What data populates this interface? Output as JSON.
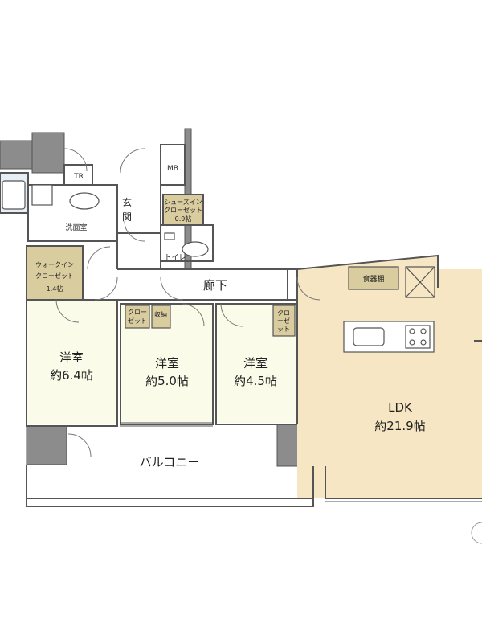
{
  "rooms": {
    "bedroom1": {
      "name": "洋室",
      "area": "約6.4帖"
    },
    "bedroom2": {
      "name": "洋室",
      "area": "約5.0帖"
    },
    "bedroom3": {
      "name": "洋室",
      "area": "約4.5帖"
    },
    "ldk": {
      "name": "LDK",
      "area": "約21.9帖"
    },
    "balcony": "バルコニー",
    "corridor": "廊下",
    "entrance_top": "玄",
    "entrance_bottom": "関",
    "washroom": "洗面室",
    "toilet": "トイレ",
    "tr": "TR",
    "mb": "MB",
    "shoe_closet": [
      "シューズイン",
      "クローゼット",
      "0.9帖"
    ],
    "walk_in_closet": [
      "ウォークイン",
      "クローゼット",
      "1.4帖"
    ],
    "closet_a": [
      "クロー",
      "ゼット"
    ],
    "storage": "収納",
    "closet_b": [
      "クロ",
      "ーゼ",
      "ット"
    ],
    "dish_shelf": "食器棚"
  },
  "colors": {
    "wall": "#555555",
    "wall_fill": "#8c8c8c",
    "bedroom_fill": "#fafbe9",
    "ldk_fill": "#f6e6c3",
    "closet_fill": "#d9cc9f",
    "wet_fill": "#e7eef5"
  }
}
